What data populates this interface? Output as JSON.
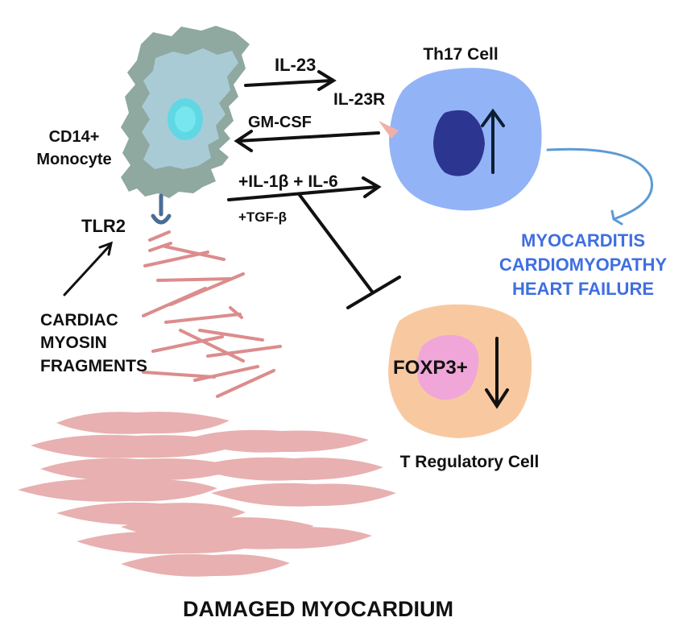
{
  "labels": {
    "monocyte_line1": "CD14+",
    "monocyte_line2": "Monocyte",
    "th17": "Th17 Cell",
    "il23": "IL-23",
    "il23r": "IL-23R",
    "gmcsf": "GM-CSF",
    "il1b_il6": "+IL-1β + IL-6",
    "tgfb": "+TGF-β",
    "tlr2": "TLR2",
    "fragments_line1": "CARDIAC",
    "fragments_line2": "MYOSIN",
    "fragments_line3": "FRAGMENTS",
    "outcome_line1": "MYOCARDITIS",
    "outcome_line2": "CARDIOMYOPATHY",
    "outcome_line3": "HEART FAILURE",
    "foxp3": "FOXP3+",
    "treg": "T Regulatory Cell",
    "myocardium": "DAMAGED MYOCARDIUM"
  },
  "colors": {
    "monocyte_outer": "#8fa8a0",
    "monocyte_inner": "#a9cbd6",
    "monocyte_nucleus": "#5fd8e4",
    "th17_body": "#93b3f7",
    "th17_nucleus": "#2c3590",
    "treg_body": "#f8c9a0",
    "treg_nucleus": "#f0a6d8",
    "myocardium": "#e8b0b0",
    "fragments": "#d98080",
    "outcome_text": "#3f6fe0",
    "outcome_arrow": "#5b9bd5",
    "receptor": "#4a6d96",
    "il23r": "#f0b0a8"
  }
}
